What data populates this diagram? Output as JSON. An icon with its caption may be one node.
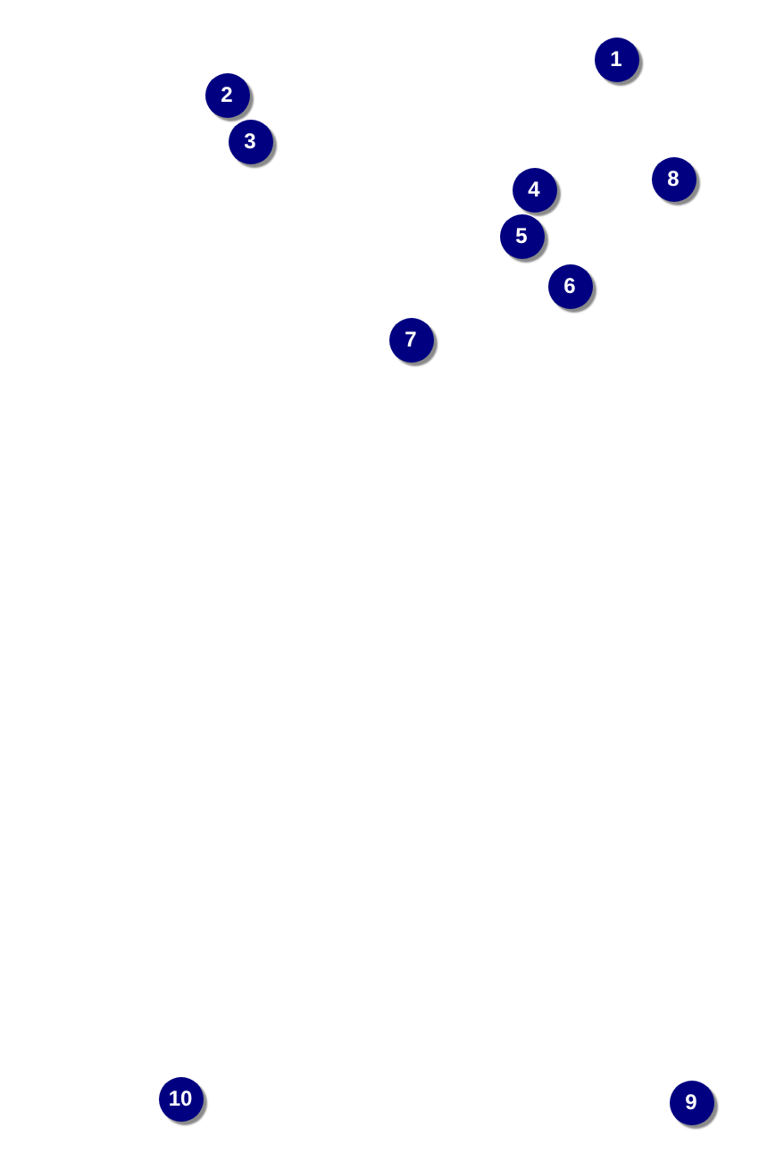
{
  "diagram": {
    "labels": [
      "1",
      "2",
      "3",
      "8",
      "4",
      "5",
      "6",
      "7",
      "10",
      "9"
    ]
  }
}
